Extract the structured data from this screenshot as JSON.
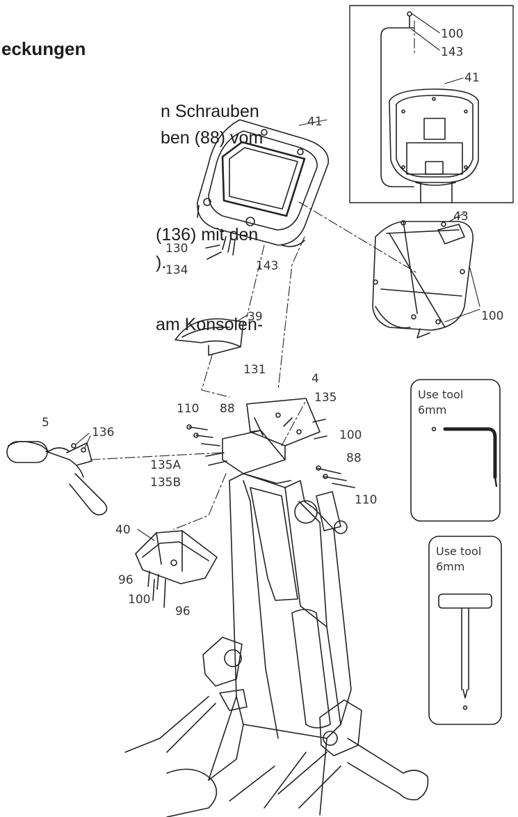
{
  "heading": "eckungen",
  "paragraphs": [
    {
      "lines": [
        "n   Schrauben",
        "ben  (88)  vom"
      ]
    },
    {
      "lines": [
        "(136)  mit  den",
        ")."
      ]
    },
    {
      "lines": [
        "am Konsolen-"
      ]
    }
  ],
  "part_labels": {
    "p100a": "100",
    "p143a": "143",
    "p41a": "41",
    "p41b": "41",
    "p43": "43",
    "p100b": "100",
    "p130": "130",
    "p134": "134",
    "p143b": "143",
    "p39": "39",
    "p131": "131",
    "p4": "4",
    "p135": "135",
    "p110a": "110",
    "p88a": "88",
    "p100c": "100",
    "p5": "5",
    "p136": "136",
    "p135A": "135A",
    "p135B": "135B",
    "p88b": "88",
    "p110b": "110",
    "p40": "40",
    "p96a": "96",
    "p100d": "100",
    "p96b": "96"
  },
  "tool_boxes": [
    {
      "line1": "Use tool",
      "line2": "6mm",
      "tool": "allen-key"
    },
    {
      "line1": "Use tool",
      "line2": "6mm",
      "tool": "t-handle-wrench"
    }
  ]
}
